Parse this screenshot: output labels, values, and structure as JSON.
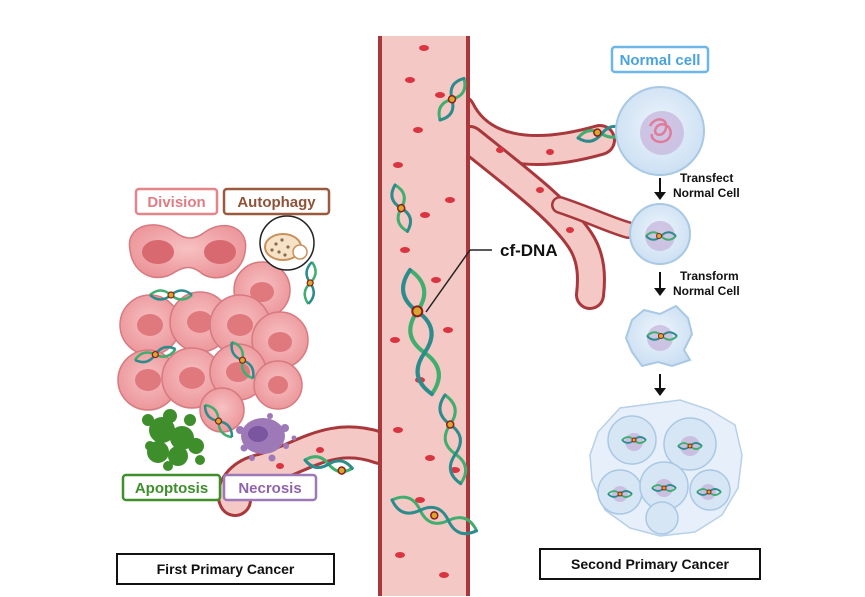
{
  "labels": {
    "division": "Division",
    "autophagy": "Autophagy",
    "apoptosis": "Apoptosis",
    "necrosis": "Necrosis",
    "cfdna": "cf-DNA",
    "normal_cell": "Normal cell",
    "transfect_1": "Transfect",
    "transfect_2": "Normal Cell",
    "transform_1": "Transform",
    "transform_2": "Normal Cell",
    "first_cancer": "First Primary Cancer",
    "second_cancer": "Second Primary Cancer"
  },
  "colors": {
    "vessel_fill": "#f4c8c4",
    "vessel_wall": "#a8383c",
    "rbc": "#d9343f",
    "tumor_cell": "#f2a3a6",
    "tumor_nucleus": "#e0797e",
    "dna_green": "#3fae6e",
    "dna_teal": "#2c8c8c",
    "apoptosis": "#3e8f2c",
    "necrosis": "#9d79b8",
    "division_border": "#e38589",
    "autophagy_border": "#9a5a3e",
    "normal_cell_border": "#6cb6e8",
    "normal_cell_fill": "#dbeaf7"
  }
}
